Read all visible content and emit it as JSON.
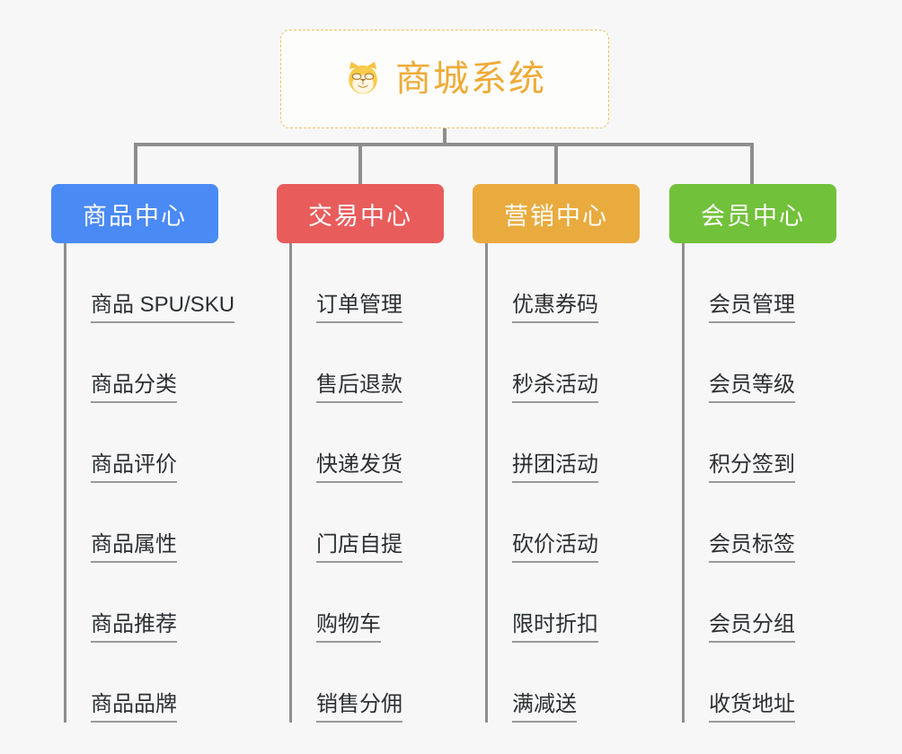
{
  "root": {
    "icon": "dog-face-icon",
    "title": "商城系统",
    "title_color": "#eeab37",
    "border_color": "#efc06a",
    "background": "#fdfdfc"
  },
  "canvas": {
    "background": "#f7f7f7",
    "line_color": "#8e8e8e",
    "leaf_text_color": "#2c3033",
    "leaf_underline_color": "#9a9a9a"
  },
  "branches": [
    {
      "label": "商品中心",
      "color": "#4a8af4",
      "name": "product-center",
      "leaves": [
        {
          "label": "商品 SPU/SKU"
        },
        {
          "label": "商品分类"
        },
        {
          "label": "商品评价"
        },
        {
          "label": "商品属性"
        },
        {
          "label": "商品推荐"
        },
        {
          "label": "商品品牌"
        }
      ]
    },
    {
      "label": "交易中心",
      "color": "#e85c5c",
      "name": "trade-center",
      "leaves": [
        {
          "label": "订单管理"
        },
        {
          "label": "售后退款"
        },
        {
          "label": "快递发货"
        },
        {
          "label": "门店自提"
        },
        {
          "label": "购物车"
        },
        {
          "label": "销售分佣"
        }
      ]
    },
    {
      "label": "营销中心",
      "color": "#e9ab3e",
      "name": "marketing-center",
      "leaves": [
        {
          "label": "优惠券码"
        },
        {
          "label": "秒杀活动"
        },
        {
          "label": "拼团活动"
        },
        {
          "label": "砍价活动"
        },
        {
          "label": "限时折扣"
        },
        {
          "label": "满减送"
        }
      ]
    },
    {
      "label": "会员中心",
      "color": "#72c13b",
      "name": "member-center",
      "leaves": [
        {
          "label": "会员管理"
        },
        {
          "label": "会员等级"
        },
        {
          "label": "积分签到"
        },
        {
          "label": "会员标签"
        },
        {
          "label": "会员分组"
        },
        {
          "label": "收货地址"
        }
      ]
    }
  ]
}
